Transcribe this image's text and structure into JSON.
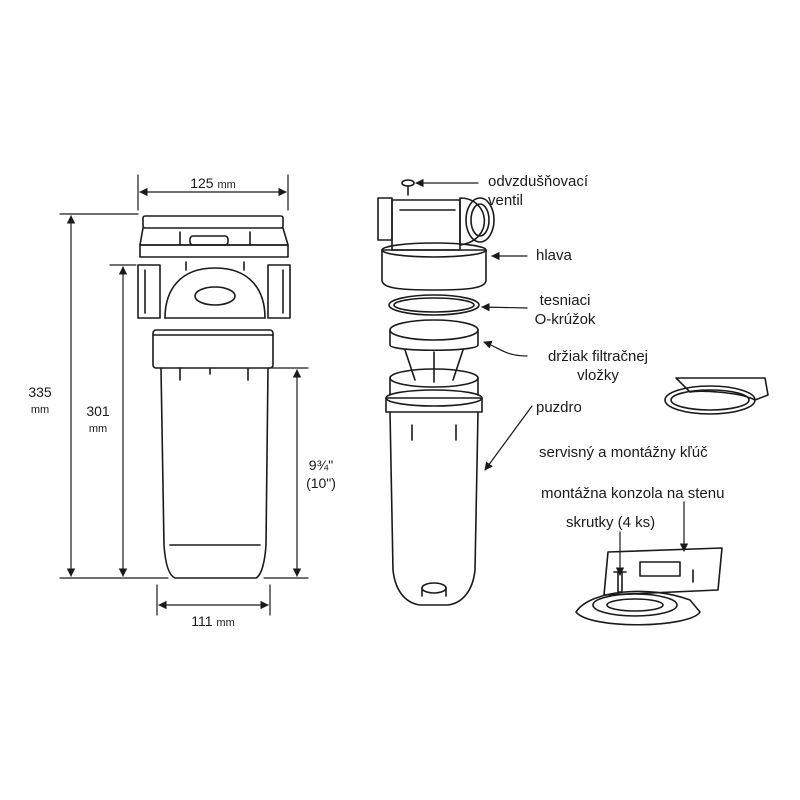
{
  "dimensions": {
    "top_width_value": "125",
    "top_width_unit": "mm",
    "height_total_value": "335",
    "height_total_unit": "mm",
    "height_housing_value": "301",
    "height_housing_unit": "mm",
    "cartridge_inch": "9¾\"",
    "cartridge_inch_alt": "(10\")",
    "bottom_width_value": "111",
    "bottom_width_unit": "mm"
  },
  "labels": {
    "vent_line1": "odvzdušňovací",
    "vent_line2": "ventil",
    "head": "hlava",
    "oring_line1": "tesniaci",
    "oring_line2": "O-krúžok",
    "holder_line1": "držiak filtračnej",
    "holder_line2": "vložky",
    "housing": "puzdro",
    "wrench": "servisný a montážny kľúč",
    "bracket": "montážna konzola na stenu",
    "screws": "skrutky (4 ks)"
  }
}
